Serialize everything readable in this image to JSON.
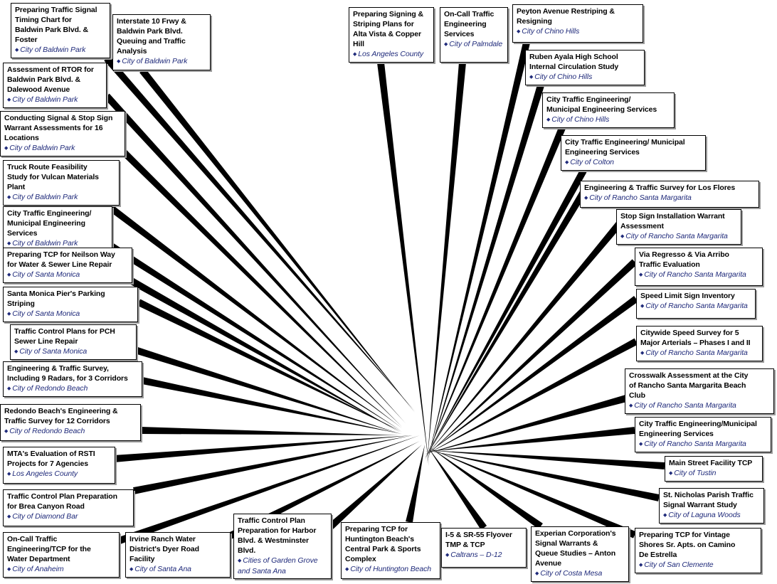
{
  "colors": {
    "spoke": "#000000",
    "card_border": "#000000",
    "client_text": "#1f2a7a",
    "title_text": "#000000"
  },
  "icons": {
    "client_bullet": "diamond-bullet-icon"
  },
  "projects": [
    {
      "title": "Preparing Traffic Signal\nTiming Chart for\nBaldwin Park Blvd. &\nFoster",
      "client": "City of Baldwin Park"
    },
    {
      "title": "Interstate 10 Frwy &\nBaldwin Park Blvd.\nQueuing and Traffic\nAnalysis",
      "client": "City of Baldwin Park"
    },
    {
      "title": "Assessment of RTOR for\nBaldwin Park Blvd. &\nDalewood Avenue",
      "client": "City of Baldwin Park"
    },
    {
      "title": "Conducting Signal & Stop Sign\nWarrant Assessments for 16\nLocations",
      "client": "City of Baldwin Park"
    },
    {
      "title": "Truck Route Feasibility\nStudy for Vulcan Materials\nPlant",
      "client": "City of Baldwin Park"
    },
    {
      "title": "City Traffic Engineering/\nMunicipal Engineering\nServices",
      "client": "City of Baldwin Park"
    },
    {
      "title": "Preparing TCP for Neilson Way\nfor Water & Sewer Line Repair",
      "client": "City of Santa Monica"
    },
    {
      "title": "Santa Monica Pier's Parking\nStriping",
      "client": "City of Santa Monica"
    },
    {
      "title": "Traffic Control Plans for PCH\nSewer Line Repair",
      "client": "City of Santa Monica"
    },
    {
      "title": "Engineering & Traffic Survey,\nIncluding 9 Radars, for 3 Corridors",
      "client": "City of Redondo Beach"
    },
    {
      "title": "Redondo Beach's Engineering &\nTraffic Survey for 12 Corridors",
      "client": "City of Redondo Beach"
    },
    {
      "title": "MTA's Evaluation of RSTI\nProjects for 7 Agencies",
      "client": "Los Angeles County"
    },
    {
      "title": "Traffic Control Plan Preparation\nfor Brea Canyon Road",
      "client": "City of Diamond Bar"
    },
    {
      "title": "On-Call Traffic\nEngineering/TCP for the\nWater Department",
      "client": "City of Anaheim"
    },
    {
      "title": "Irvine Ranch Water\nDistrict's Dyer Road\nFacility",
      "client": "City of Santa Ana"
    },
    {
      "title": "Traffic Control Plan\nPreparation for Harbor\nBlvd. & Westminster\nBlvd.",
      "client": "Cities of Garden Grove\nand Santa Ana"
    },
    {
      "title": "Preparing TCP for\nHuntington Beach's\nCentral Park & Sports\nComplex",
      "client": "City of Huntington Beach"
    },
    {
      "title": "I-5 & SR-55 Flyover\nTMP & TCP",
      "client": "Caltrans – D-12"
    },
    {
      "title": "Experian Corporation's\nSignal Warrants &\nQueue Studies – Anton\nAvenue",
      "client": "City of Costa Mesa"
    },
    {
      "title": "Preparing TCP for Vintage\nShores Sr. Apts. on Camino\nDe Estrella",
      "client": "City of San Clemente"
    },
    {
      "title": "St. Nicholas Parish Traffic\nSignal Warrant Study",
      "client": "City of Laguna Woods"
    },
    {
      "title": "Main Street Facility TCP",
      "client": "City of Tustin"
    },
    {
      "title": "City Traffic Engineering/Municipal\nEngineering Services",
      "client": "City of Rancho Santa Margarita"
    },
    {
      "title": "Crosswalk Assessment at the City\nof Rancho Santa Margarita Beach\nClub",
      "client": "City of Rancho Santa Margarita"
    },
    {
      "title": "Citywide Speed Survey for 5\nMajor Arterials – Phases I and II",
      "client": "City of Rancho Santa Margarita"
    },
    {
      "title": "Speed Limit Sign Inventory",
      "client": "City of Rancho Santa Margarita"
    },
    {
      "title": "Via Regresso & Via Arribo\nTraffic Evaluation",
      "client": "City of Rancho Santa Margarita"
    },
    {
      "title": "Stop Sign Installation Warrant\nAssessment",
      "client": "City of Rancho Santa Margarita"
    },
    {
      "title": "Engineering & Traffic Survey for Los Flores",
      "client": "City of Rancho Santa Margarita"
    },
    {
      "title": "City Traffic Engineering/ Municipal\nEngineering Services",
      "client": "City of Colton"
    },
    {
      "title": "City Traffic Engineering/\nMunicipal Engineering Services",
      "client": "City of Chino Hills"
    },
    {
      "title": "Ruben Ayala High School\nInternal Circulation Study",
      "client": "City of Chino Hills"
    },
    {
      "title": "Peyton Avenue Restriping &\nResigning",
      "client": "City of Chino Hills"
    },
    {
      "title": "On-Call Traffic\nEngineering\nServices",
      "client": "City of Palmdale"
    },
    {
      "title": "Preparing Signing &\nStriping Plans for\nAlta Vista & Copper\nHill",
      "client": "Los Angeles County"
    }
  ]
}
